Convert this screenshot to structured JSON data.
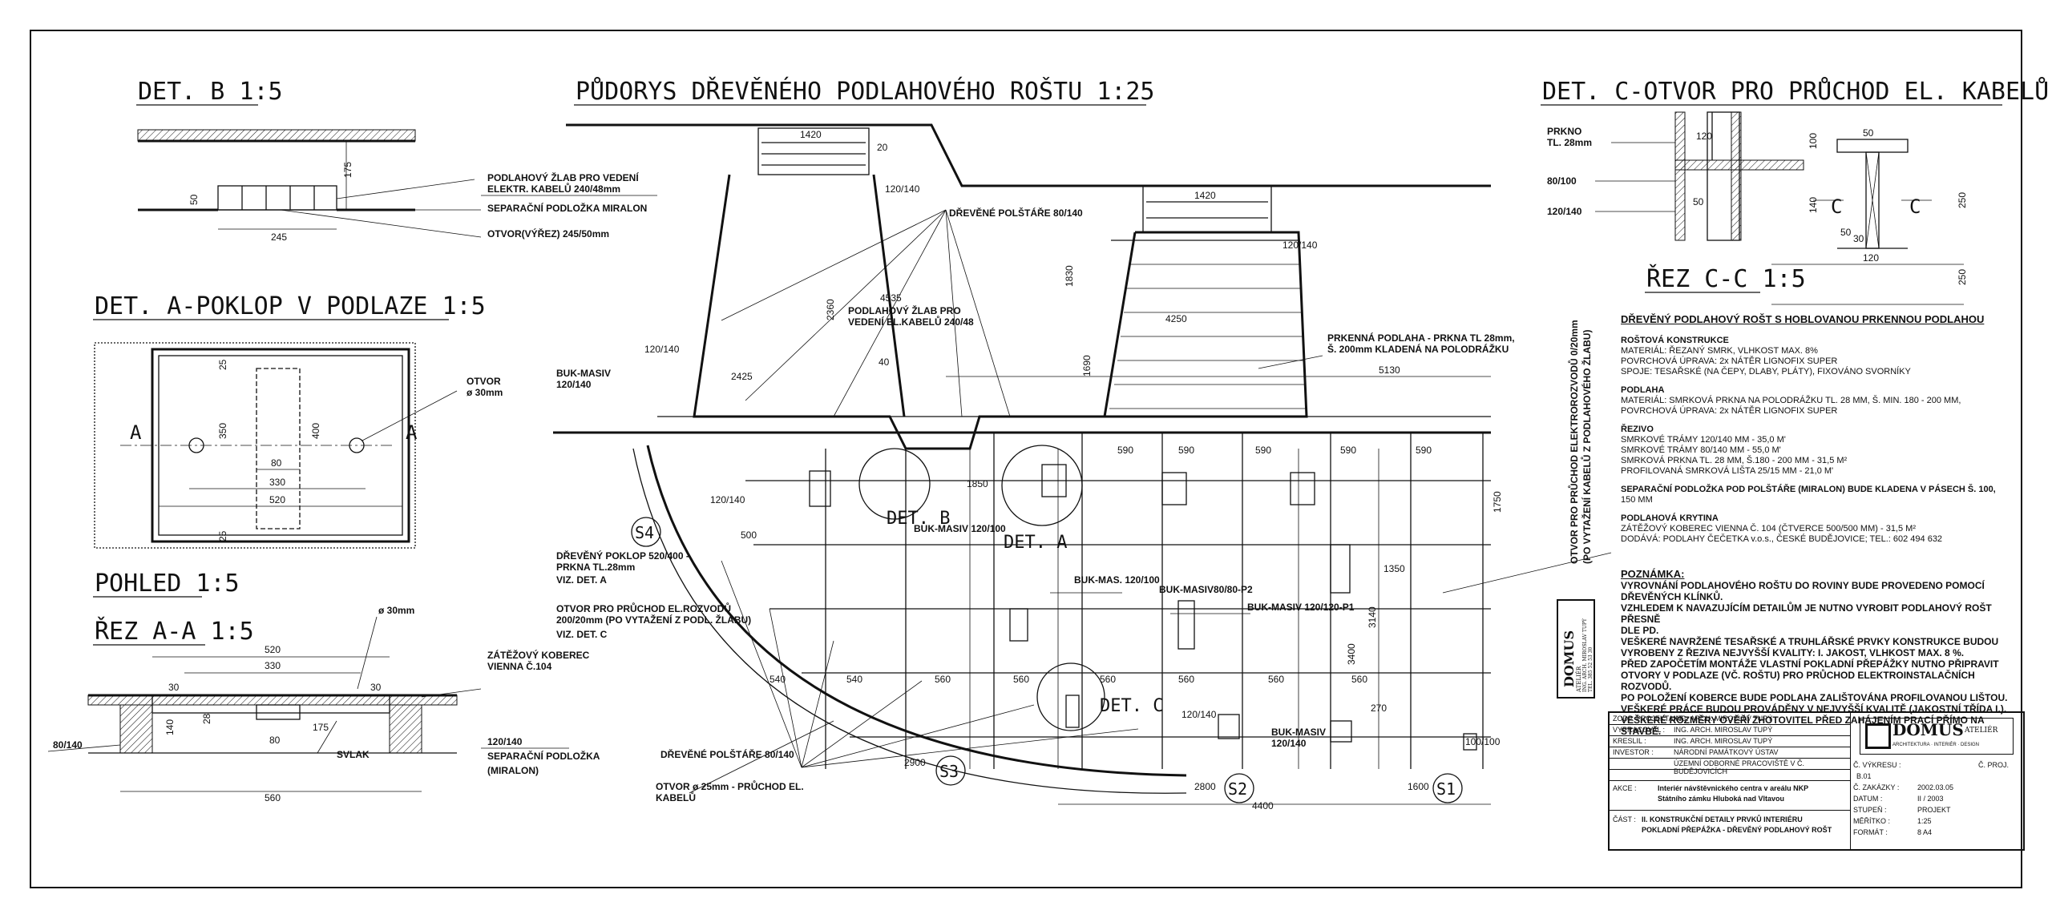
{
  "titles": {
    "det_b": "DET. B 1:5",
    "main": "PŮDORYS DŘEVĚNÉHO PODLAHOVÉHO ROŠTU 1:25",
    "det_c": "DET. C-OTVOR PRO PRŮCHOD EL. KABELŮ",
    "det_a": "DET. A-POKLOP V PODLAZE 1:5",
    "pohled": "POHLED 1:5",
    "rez_aa": "ŘEZ A-A 1:5",
    "rez_cc": "ŘEZ C-C 1:5"
  },
  "det_b": {
    "labels": [
      "PODLAHOVÝ ŽLAB PRO VEDENÍ",
      "ELEKTR. KABELŮ 240/48mm",
      "SEPARAČNÍ PODLOŽKA MIRALON",
      "OTVOR(VÝŘEZ) 245/50mm"
    ],
    "dims": [
      "175",
      "50",
      "245"
    ]
  },
  "det_a": {
    "labels": [
      "OTVOR",
      "ø 30mm",
      "A",
      "A"
    ],
    "dims": [
      "25",
      "350",
      "400",
      "80",
      "330",
      "520",
      "25"
    ]
  },
  "rez_aa": {
    "labels": [
      "ø 30mm",
      "ZÁTĚŽOVÝ KOBEREC",
      "VIENNA Č.104",
      "120/140",
      "SEPARAČNÍ PODLOŽKA",
      "(MIRALON)",
      "SVLAK",
      "80/140"
    ],
    "dims": [
      "520",
      "330",
      "30",
      "30",
      "140",
      "28",
      "80",
      "175",
      "560"
    ]
  },
  "det_c": {
    "labels": [
      "PRKNO",
      "TL. 28mm",
      "80/100",
      "120/140",
      "C",
      "C"
    ],
    "dims": [
      "120",
      "100",
      "50",
      "140",
      "50",
      "250",
      "120",
      "250",
      "30",
      "50"
    ]
  },
  "main": {
    "labels": [
      "DŘEVĚNÉ POLŠTÁŘE 80/140",
      "PODLAHOVÝ ŽLAB PRO",
      "VEDENÍ EL.KABELŮ 240/48",
      "PRKENNÁ PODLAHA - PRKNA TL 28mm,",
      "Š. 200mm KLADENÁ NA POLODRÁŽKU",
      "BUK-MASIV",
      "120/140",
      "DŘEVĚNÝ POKLOP 520/400 -",
      "PRKNA TL.28mm",
      "VIZ. DET. A",
      "OTVOR PRO PRŮCHOD EL.ROZVODŮ",
      "200/20mm (PO VYTAŽENÍ Z PODL. ŽLABU)",
      "VIZ. DET. C",
      "DŘEVĚNÉ POLŠTÁŘE 80/140",
      "OTVOR ø 25mm - PRŮCHOD EL.",
      "KABELŮ",
      "BUK-MASIV 120/100",
      "BUK-MAS. 120/100",
      "BUK-MASIV80/80-P2",
      "BUK-MASIV 120/120-P1",
      "DET. B",
      "DET. A",
      "DET. C",
      "OTVOR PRO PRŮCHOD ELEKTROROZVODŮ 0/20mm",
      "(PO VYTAŽENÍ KABELŮ Z PODLAHOVÉHO ŽLABU)"
    ],
    "dims": [
      "1420",
      "1420",
      "20",
      "120/140",
      "120/140",
      "1830",
      "1690",
      "2360",
      "4535",
      "4250",
      "5130",
      "2425",
      "1850",
      "120/140",
      "120/140",
      "500",
      "1750",
      "540",
      "560",
      "2800",
      "2900",
      "4400",
      "1600",
      "100/100",
      "1350",
      "3140",
      "3400",
      "120/140",
      "590",
      "40",
      "270"
    ],
    "sections": [
      "S4",
      "S3",
      "S2",
      "S1"
    ]
  },
  "notes": {
    "heading": "DŘEVĚNÝ PODLAHOVÝ ROŠT S HOBLOVANOU PRKENNOU PODLAHOU",
    "groups": [
      {
        "title": "ROŠTOVÁ KONSTRUKCE",
        "lines": [
          "MATERIÁL: ŘEZANÝ SMRK, VLHKOST MAX. 8%",
          "POVRCHOVÁ ÚPRAVA: 2x NÁTĚR LIGNOFIX SUPER",
          "SPOJE: TESAŘSKÉ (NA ČEPY, DLABY, PLÁTY), FIXOVÁNO SVORNÍKY"
        ]
      },
      {
        "title": "PODLAHA",
        "lines": [
          "MATERIÁL: SMRKOVÁ PRKNA NA POLODRÁŽKU TL. 28 MM, Š. MIN. 180 - 200 MM,",
          "POVRCHOVÁ ÚPRAVA: 2x NÁTĚR LIGNOFIX SUPER"
        ]
      },
      {
        "title": "ŘEZIVO",
        "lines": [
          "SMRKOVÉ TRÁMY 120/140 MM - 35,0 M'",
          "SMRKOVÉ TRÁMY  80/140 MM - 55,0 M'",
          "SMRKOVÁ PRKNA TL. 28 MM, Š.180 - 200 MM - 31,5 M²",
          "PROFILOVANÁ SMRKOVÁ LIŠTA 25/15 MM - 21,0 M'"
        ]
      },
      {
        "title": "SEPARAČNÍ PODLOŽKA POD POLŠTÁŘE (MIRALON) BUDE KLADENA V PÁSECH Š. 100,",
        "lines": [
          "150 MM"
        ]
      },
      {
        "title": "PODLAHOVÁ KRYTINA",
        "lines": [
          "ZÁTĚŽOVÝ KOBEREC VIENNA Č. 104 (ČTVERCE 500/500 MM) - 31,5 M²",
          "DODÁVÁ: PODLAHY ČEČETKA v.o.s., ČESKÉ BUDĚJOVICE; TEL.: 602 494 632"
        ]
      }
    ]
  },
  "poznamka": {
    "heading": "POZNÁMKA:",
    "lines": [
      "VYROVNÁNÍ PODLAHOVÉHO ROŠTU DO ROVINY BUDE PROVEDENO POMOCÍ",
      "DŘEVĚNÝCH KLÍNKŮ.",
      "VZHLEDEM K NAVAZUJÍCÍM DETAILŮM JE NUTNO VYROBIT PODLAHOVÝ ROŠT PŘESNĚ",
      "DLE PD.",
      "VEŠKERÉ NAVRŽENÉ TESAŘSKÉ A TRUHLÁŘSKÉ PRVKY KONSTRUKCE BUDOU",
      "VYROBENY Z ŘEZIVA NEJVYŠŠÍ KVALITY: I. JAKOST, VLHKOST MAX. 8 %.",
      "PŘED ZAPOČETÍM MONTÁŽE VLASTNÍ POKLADNÍ PŘEPÁŽKY NUTNO PŘIPRAVIT",
      "OTVORY V PODLAZE (VČ. ROŠTU) PRO PRŮCHOD ELEKTROINSTALAČNÍCH ROZVODŮ.",
      "PO POLOŽENÍ KOBERCE BUDE PODLAHA ZALIŠTOVÁNA PROFILOVANOU LIŠTOU.",
      "VEŠKERÉ PRÁCE BUDOU PROVÁDĚNY V NEJVYŠŠÍ KVALITĚ (JAKOSTNÍ TŘÍDA I.).",
      "VEŠKERÉ ROZMĚRY OVĚŘÍ ZHOTOVITEL PŘED ZAHÁJENÍM PRACÍ PŘÍMO NA STAVBĚ."
    ]
  },
  "title_block": {
    "rows": [
      {
        "k": "ZODP. PROJEKTANT :",
        "v": "ING. ARCH. MIROSLAV TUPÝ"
      },
      {
        "k": "VYPRACOVAL :",
        "v": "ING. ARCH. MIROSLAV TUPÝ"
      },
      {
        "k": "KRESLIL :",
        "v": "ING. ARCH. MIROSLAV TUPÝ"
      },
      {
        "k": "INVESTOR :",
        "v": "NÁRODNÍ PAMÁTKOVÝ ÚSTAV"
      },
      {
        "k": "",
        "v": "ÚZEMNÍ ODBORNÉ PRACOVIŠTĚ V Č. BUDĚJOVICÍCH"
      }
    ],
    "akce_k": "AKCE :",
    "akce_v1": "Interiér návštěvnického centra v areálu NKP",
    "akce_v2": "Státního zámku Hluboká nad Vltavou",
    "cast_k": "ČÁST :",
    "cast_v1": "II. KONSTRUKČNÍ DETAILY PRVKŮ INTERIÉRU",
    "cast_v2": "POKLADNÍ PŘEPÁŽKA - DŘEVĚNÝ PODLAHOVÝ ROŠT",
    "right": [
      {
        "k": "Č. VÝKRESU :",
        "v": "Č. PROJ."
      },
      {
        "k": "",
        "v": "B.01"
      },
      {
        "k": "Č. ZAKÁZKY :",
        "v": "2002.03.05"
      },
      {
        "k": "DATUM :",
        "v": "II / 2003"
      },
      {
        "k": "STUPEŇ :",
        "v": "PROJEKT"
      },
      {
        "k": "MĚŘÍTKO :",
        "v": "1:25"
      },
      {
        "k": "FORMÁT :",
        "v": "8 A4"
      }
    ],
    "logo": "DOMUS",
    "logo_sub": "ATELIÉR",
    "logo_caption": "ARCHITEKTURA · INTERIÉR · DESIGN"
  },
  "stamp": {
    "name": "DOMUS",
    "lines": [
      "ATELIÉR",
      "ING. ARCH. MIROSLAV TUPÝ",
      "TEL. 385 52 53 30"
    ]
  }
}
